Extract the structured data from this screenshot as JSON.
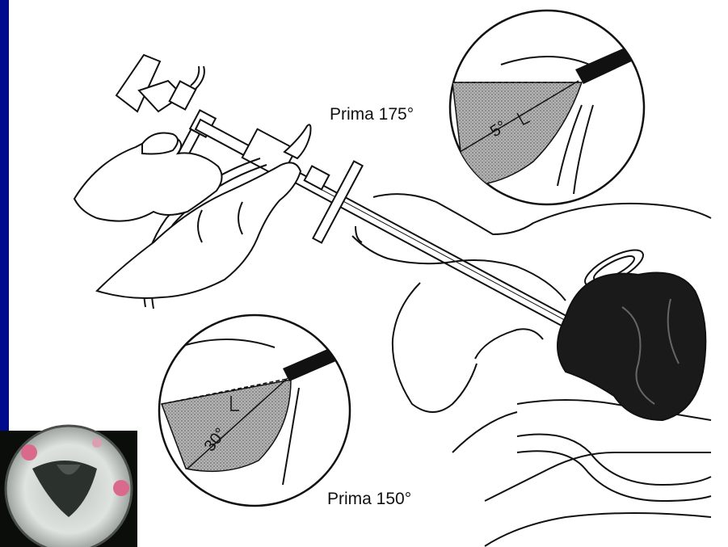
{
  "captions": {
    "top": "Prima 175°",
    "bottom": "Prima 150°"
  },
  "angle_labels": {
    "top_detail": "5°",
    "bottom_detail": "30°"
  },
  "colors": {
    "slide_background": "#000a8c",
    "panel_background": "#ffffff",
    "line_art": "#111111",
    "fluid_stipple": "#8a8a8a"
  }
}
